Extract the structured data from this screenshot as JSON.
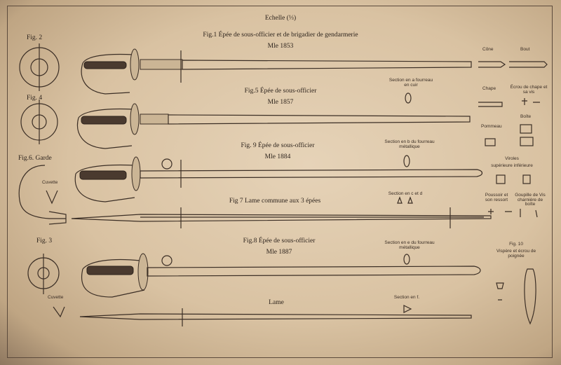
{
  "scale_label": "Echelle (⅓)",
  "fig1": {
    "title": "Fig.1  Épée de sous-officier et de brigadier de gendarmerie",
    "model": "Mle 1853"
  },
  "fig2": {
    "label": "Fig. 2"
  },
  "fig4": {
    "label": "Fig. 4"
  },
  "fig5": {
    "title": "Fig.5  Épée de sous-officier",
    "model": "Mle 1857"
  },
  "fig6": {
    "label": "Fig.6. Garde",
    "cuvette": "Cuvette"
  },
  "fig7": {
    "title": "Fig 7  Lame commune aux 3 épées"
  },
  "fig8": {
    "title": "Fig.8  Épée de sous-officier",
    "model": "Mle 1887"
  },
  "fig3": {
    "label": "Fig. 3",
    "cuvette": "Cuvette"
  },
  "fig9": {
    "title": "Fig. 9  Épée de sous-officier",
    "model": "Mle 1884"
  },
  "fig10": {
    "label": "Fig. 10",
    "desc": "Vispère et écrou de poignée"
  },
  "lame_label": "Lame",
  "sections": {
    "a": "Section en a  fourreau en cuir",
    "b": "Section en b  du fourreau métallique",
    "cd": "Section en c et d",
    "e": "Section en e  du fourreau métallique",
    "f": "Section en f."
  },
  "parts": {
    "cone": "Cône",
    "bout": "Bout",
    "chape": "Chape",
    "ecrou_chape": "Écrou de chape et sa vis",
    "pommeau": "Pommeau",
    "boite": "Boîte",
    "viroles": "Viroles",
    "viroles_sub": "supérieure  inférieure",
    "poussoir": "Poussoir et son ressort",
    "goupille": "Goupille de Vis charnière de boîte"
  }
}
